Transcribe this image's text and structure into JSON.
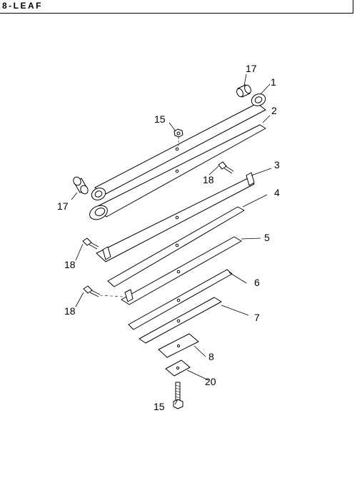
{
  "header": {
    "title": "8-LEAF"
  },
  "callouts": {
    "c17a": "17",
    "c1": "1",
    "c15a": "15",
    "c2": "2",
    "c18a": "18",
    "c3": "3",
    "c17b": "17",
    "c4": "4",
    "c18b": "18",
    "c5": "5",
    "c18c": "18",
    "c6": "6",
    "c7": "7",
    "c8": "8",
    "c20": "20",
    "c15b": "15"
  }
}
